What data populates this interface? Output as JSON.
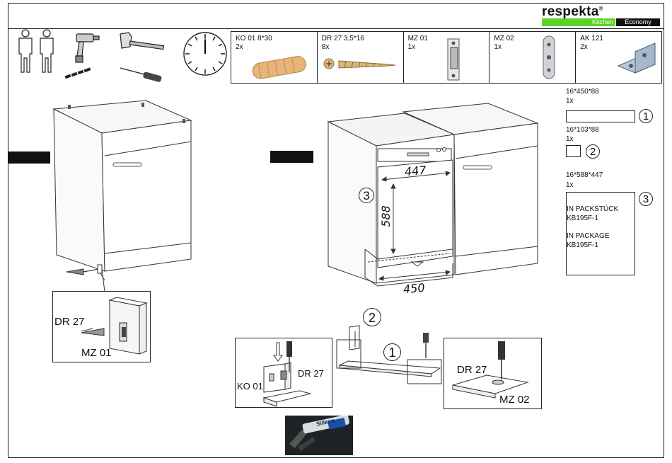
{
  "brand": {
    "name": "respekta",
    "reg": "®",
    "line1": "Kitchen",
    "line2": "Economy"
  },
  "parts": [
    {
      "code": "KO 01  8*30",
      "qty": "2x",
      "icon": "dowel-icon"
    },
    {
      "code": "DR 27  3,5*16",
      "qty": "8x",
      "icon": "screw-icon"
    },
    {
      "code": "MZ 01",
      "qty": "1x",
      "icon": "magnet-catch-icon"
    },
    {
      "code": "MZ 02",
      "qty": "1x",
      "icon": "strike-plate-icon"
    },
    {
      "code": "AK 121",
      "qty": "2x",
      "icon": "angle-bracket-icon"
    }
  ],
  "panels": [
    {
      "dims": "16*450*88",
      "qty": "1x",
      "num": "1"
    },
    {
      "dims": "16*103*88",
      "qty": "1x",
      "num": "2"
    },
    {
      "dims": "16*588*447",
      "qty": "1x",
      "num": "3"
    }
  ],
  "package_note": {
    "de_line1": "IN PACKSTÜCK",
    "de_line2": "KB195F-1",
    "en_line1": "IN PACKAGE",
    "en_line2": "KB195F-1"
  },
  "measures": {
    "width_top": "447",
    "height": "588",
    "width_bottom": "450"
  },
  "callouts": {
    "three": "3",
    "two": "2",
    "one": "1",
    "detail_left_screw": "DR 27",
    "detail_left_catch": "MZ 01",
    "detail_mid_dowel": "KO 01",
    "detail_mid_screw": "DR 27",
    "detail_right_screw": "DR 27",
    "detail_right_plate": "MZ 02",
    "silicone_label": "Silikon"
  }
}
